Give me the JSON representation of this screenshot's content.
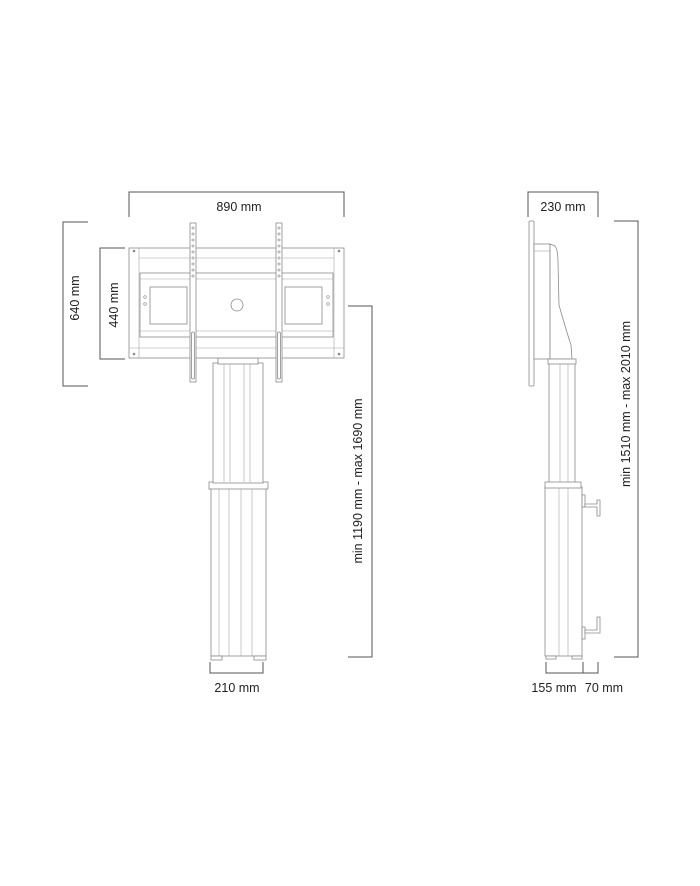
{
  "front_view": {
    "width_label": "890 mm",
    "total_height_label": "640 mm",
    "mount_height_label": "440 mm",
    "column_height_label": "min 1190 mm - max 1690 mm",
    "base_width_label": "210 mm"
  },
  "side_view": {
    "depth_label": "230 mm",
    "total_height_label": "min 1510 mm - max 2010 mm",
    "base_depth_label": "155 mm",
    "foot_depth_label": "70 mm"
  },
  "colors": {
    "line": "#8a8a8a",
    "dimension": "#555555",
    "text": "#222222",
    "background": "#ffffff"
  }
}
